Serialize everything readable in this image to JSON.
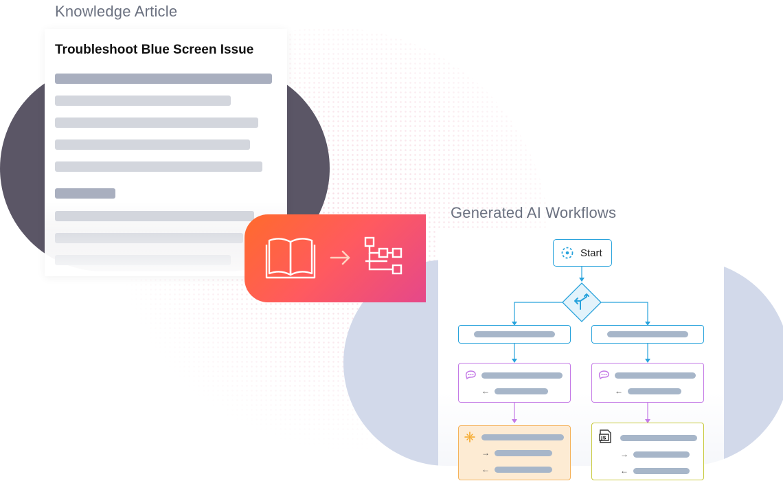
{
  "knowledge_article": {
    "section_label": "Knowledge Article",
    "title": "Troubleshoot Blue Screen Issue"
  },
  "conversion_badge": {
    "icons": [
      "open-book-icon",
      "arrow-right-icon",
      "workflow-diagram-icon"
    ],
    "gradient": [
      "#ff6b2c",
      "#ff5a5f",
      "#e5488a"
    ]
  },
  "workflow": {
    "section_label": "Generated AI Workflows",
    "start_label": "Start",
    "decision_icon": "branch-split-icon",
    "step_icons": [
      "chat-bubble-icon",
      "sparkle-icon",
      "js-file-icon"
    ],
    "colors": {
      "connector_blue": "#29a3dc",
      "connector_purple": "#c47ae6",
      "ai_step_orange": "#f5b25a",
      "script_step_yellow": "#c7c93a"
    }
  },
  "background": {
    "dark_blob": "#5b5666",
    "light_blob": "#d2d9ea"
  }
}
